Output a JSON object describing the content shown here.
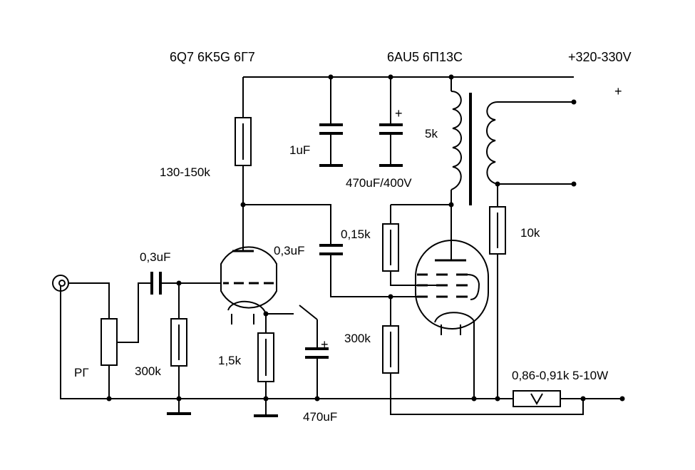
{
  "labels": {
    "tube1_types": "6Q7 6K5G 6Г7",
    "tube2_types": "6AU5 6П13С",
    "supply_voltage": "+320-330V",
    "plus_terminal": "+",
    "r_anode1": "130-150k",
    "c_1uF": "1uF",
    "c_470_400": "470uF/400V",
    "plus_c470": "+",
    "transformer_5k": "5k",
    "r_10k": "10k",
    "r_015k": "0,15k",
    "c_coupling2": "0,3uF",
    "c_input": "0,3uF",
    "pot": "РГ",
    "r_300k_grid1": "300k",
    "r_cathode1": "1,5k",
    "plus_c_cathode": "+",
    "c_cathode": "470uF",
    "r_300k_grid2": "300k",
    "r_cathode2": "0,86-0,91k  5-10W"
  }
}
